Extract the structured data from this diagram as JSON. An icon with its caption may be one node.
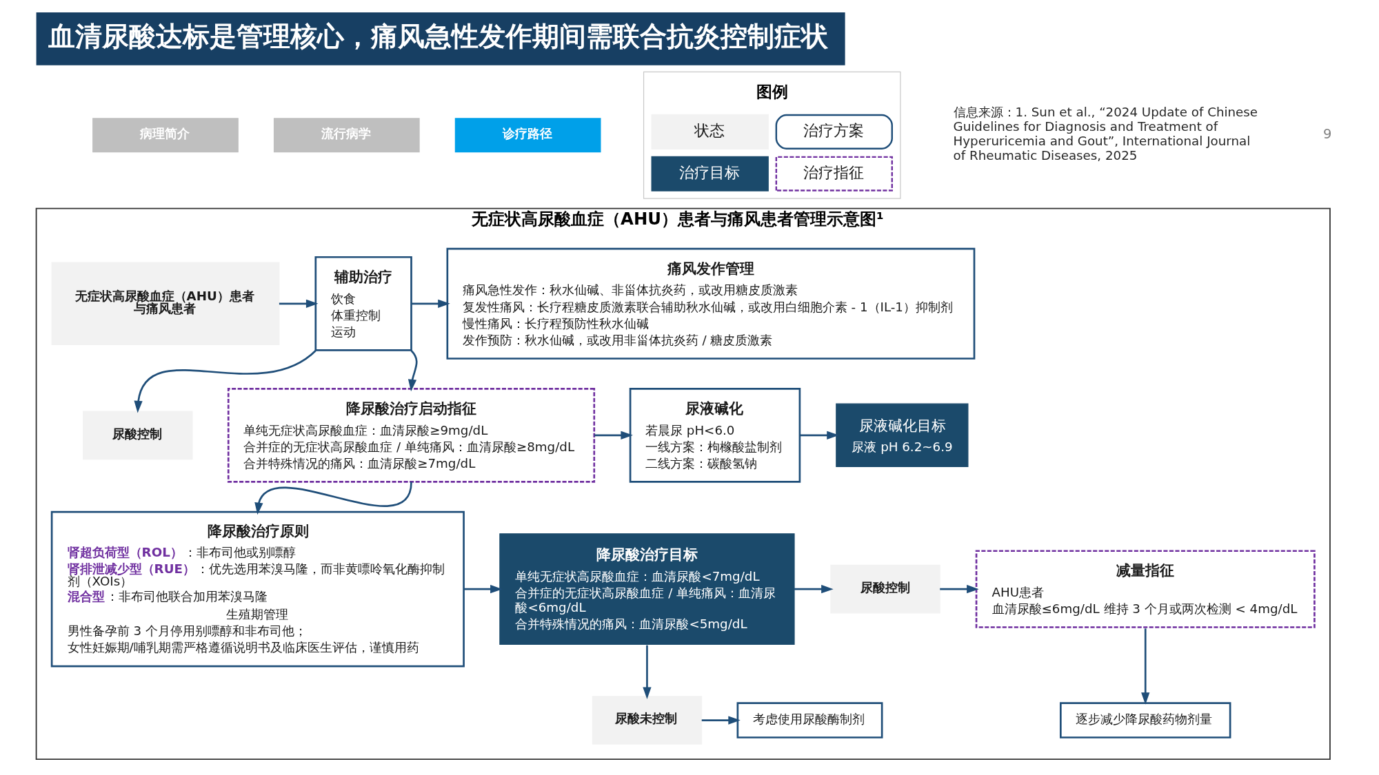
{
  "diagram": {
    "title": "血清尿酸达标是管理核心，痛风急性发作期间需联合抗炎控制症状",
    "nodes": [
      {
        "text": [
          "病理简介"
        ]
      },
      {
        "text": [
          "流行病学"
        ]
      },
      {
        "text": [
          "诊疗路径"
        ]
      },
      {
        "text": [
          "无症状高尿酸血症（AHU）患者与痛风患者管理示意图¹"
        ]
      },
      {
        "text": [
          "无症状高尿酸血症（AHU）患者与痛风患者"
        ],
        "in": 3
      },
      {
        "text": [
          "辅助治疗",
          "饮食",
          "体重控制",
          "运动"
        ],
        "in": 3
      },
      {
        "text": [
          "尿酸控制"
        ],
        "in": 3
      },
      {
        "text": [
          "痛风发作管理",
          "痛风急性发作：秋水仙碱、非甾体抗炎药，或改用糖皮质激素",
          "复发性痛风：长疗程糖皮质激素联合辅助秋水仙碱，或改用白细胞介素 - 1（IL-1）抑制剂",
          "慢性痛风：长疗程预防性秋水仙碱",
          "发作预防：秋水仙碱，或改用非甾体抗炎药 / 糖皮质激素"
        ],
        "in": 3
      },
      {
        "text": [
          "降尿酸治疗启动指征",
          "单纯无症状高尿酸血症：血清尿酸≥9mg/dL",
          "合并症的无症状高尿酸血症 / 单纯痛风：血清尿酸≥8mg/dL",
          "合并特殊情况的痛风：血清尿酸≥7mg/dL"
        ],
        "in": 3
      },
      {
        "text": [
          "尿液碱化目标",
          "尿液 pH 6.2~6.9"
        ],
        "in": 3
      },
      {
        "text": [
          "尿液碱化",
          "若晨尿 pH<6.0",
          "一线方案：枸橼酸盐制剂",
          "二线方案：碳酸氢钠"
        ],
        "in": 3
      },
      {
        "text": [
          "逐步减少降尿酸药物剂量"
        ],
        "in": 3
      },
      {
        "text": [
          "减量指征",
          "AHU患者",
          "血清尿酸≤6mg/dL 维持 3 个月或两次检测 < 4mg/dL"
        ],
        "in": 3
      },
      {
        "text": [
          "尿酸控制"
        ],
        "in": 3
      },
      {
        "text": [
          "降尿酸治疗目标",
          "单纯无症状高尿酸血症：血清尿酸<7mg/dL",
          "合并症的无症状高尿酸血症 / 单纯痛风：血清尿酸<6mg/dL",
          "合并特殊情况的痛风：血清尿酸<5mg/dL"
        ],
        "in": 3
      },
      {
        "text": [
          "降尿酸治疗原则",
          "**肾超负荷型（ROL）**：非布司他或别嘌醇",
          "**肾排泄减少型（RUE）**：优先选用苯溴马隆，而非黄嘌呤氧化酶抑制剂（XOIs）",
          "**混合型**：非布司他联合加用苯溴马隆",
          "生殖期管理",
          "男性备孕前 3 个月停用别嘌醇和非布司他；",
          "女性妊娠期/哺乳期需严格遵循说明书及临床医生评估，谨慎用药"
        ],
        "in": 3
      },
      {
        "text": [
          "考虑使用尿酸酶制剂"
        ],
        "in": 3
      },
      {
        "text": [
          "尿酸未控制"
        ],
        "in": 3
      }
    ],
    "edges": [
      {
        "from": 4,
        "to": 5,
        "arrow": "to"
      },
      {
        "from": 5,
        "to": 7,
        "arrow": "to"
      },
      {
        "from": 5,
        "to": 8,
        "arrow": "to"
      },
      {
        "from": 5,
        "to": 6,
        "arrow": "to"
      },
      {
        "from": 8,
        "to": 10,
        "arrow": "to"
      },
      {
        "from": 8,
        "to": 15,
        "arrow": "to"
      },
      {
        "from": 10,
        "to": 9,
        "arrow": "to"
      },
      {
        "from": 15,
        "to": 14,
        "arrow": "to"
      },
      {
        "from": 14,
        "to": 13,
        "arrow": "to"
      },
      {
        "from": 14,
        "to": 17,
        "arrow": "to"
      },
      {
        "from": 13,
        "to": 12,
        "arrow": "to"
      },
      {
        "from": 17,
        "to": 16,
        "arrow": "to"
      },
      {
        "from": 12,
        "to": 11,
        "arrow": "to"
      }
    ],
    "labels": [
      "图例",
      "信息来源：1. Sun et al., “2024 Update of Chinese Guidelines for Diagnosis and Treatment of Hyperuricemia and Gout”, International Journal of Rheumatic Diseases, 2025",
      "9"
    ],
    "legend": [
      {
        "text": "状态",
        "color": "#f2f2f2"
      },
      {
        "text": "治疗方案"
      },
      {
        "text": "治疗目标",
        "color": "#1b4a6b"
      },
      {
        "text": "治疗指征"
      }
    ]
  }
}
